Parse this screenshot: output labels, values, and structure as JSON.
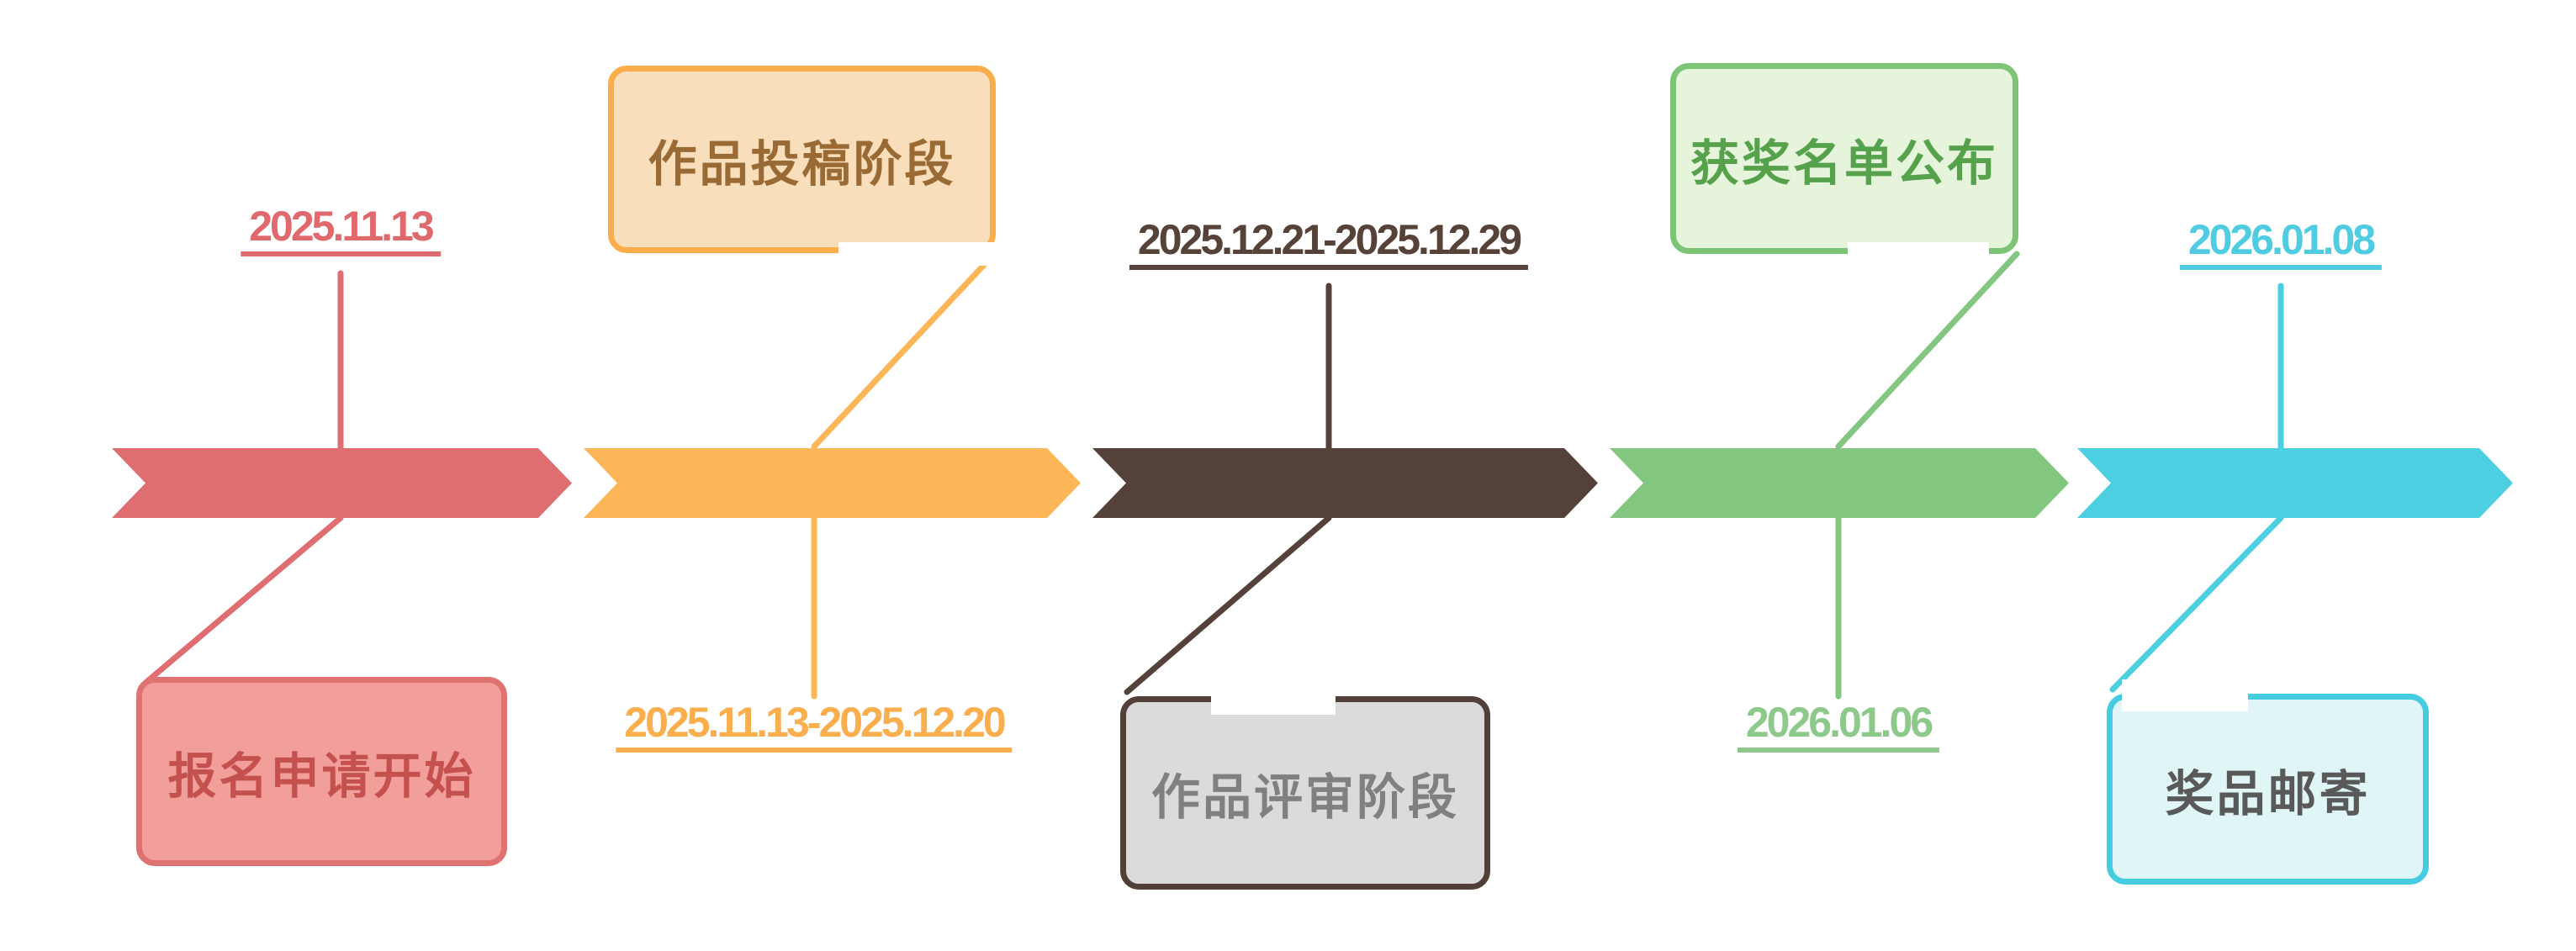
{
  "stages": [
    {
      "name": "报名申请开始",
      "date": "2025.11.13",
      "date_position": "above-timeline",
      "box_position": "below-timeline",
      "colors": {
        "arrow": "#DF6E72",
        "date_text": "#E0696E",
        "box_fill": "#F29E9B",
        "box_border": "#DF7270",
        "box_text": "#C4514E"
      }
    },
    {
      "name": "作品投稿阶段",
      "date": "2025.11.13-2025.12.20",
      "date_position": "below-timeline",
      "box_position": "above-timeline",
      "colors": {
        "arrow": "#FCB657",
        "date_text": "#FAAE4E",
        "box_fill": "#F8DEBB",
        "box_border": "#FAAD4B",
        "box_text": "#9A6A35"
      }
    },
    {
      "name": "作品评审阶段",
      "date": "2025.12.21-2025.12.29",
      "date_position": "above-timeline",
      "box_position": "below-timeline",
      "colors": {
        "arrow": "#54413A",
        "date_text": "#564239",
        "box_fill": "#DBDBDB",
        "box_border": "#523F37",
        "box_text": "#808080"
      }
    },
    {
      "name": "获奖名单公布",
      "date": "2026.01.06",
      "date_position": "below-timeline",
      "box_position": "above-timeline",
      "colors": {
        "arrow": "#83C680",
        "date_text": "#8CC98B",
        "box_fill": "#E6F4DC",
        "box_border": "#7DC476",
        "box_text": "#56A14C"
      }
    },
    {
      "name": "奖品邮寄",
      "date": "2026.01.08",
      "date_position": "above-timeline",
      "box_position": "below-timeline",
      "colors": {
        "arrow": "#4DCFE2",
        "date_text": "#50CCE2",
        "box_fill": "#DFF5F6",
        "box_border": "#45CCE1",
        "box_text": "#595959"
      }
    }
  ]
}
